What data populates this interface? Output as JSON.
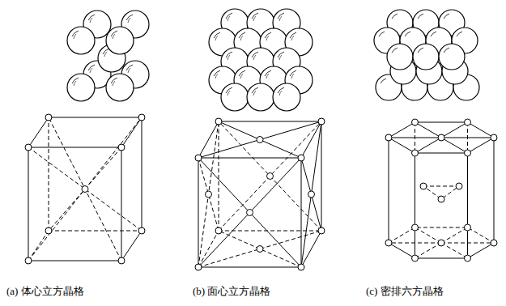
{
  "diagram": {
    "labels": [
      "(a) 体心立方晶格",
      "(b) 面心立方晶格",
      "(c) 密排六方晶格"
    ]
  }
}
